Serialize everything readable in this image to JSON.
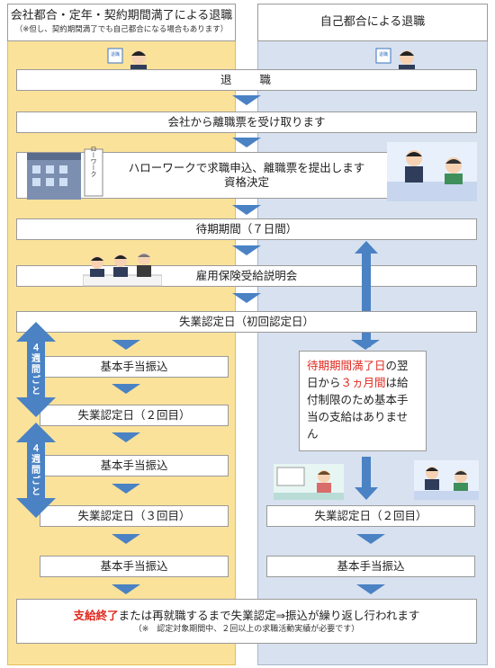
{
  "left_header": {
    "title": "会社都合・定年・契約期間満了による退職",
    "note": "（※但し、契約期間満了でも自己都合になる場合もあります）"
  },
  "right_header": {
    "title": "自己都合による退職"
  },
  "sign_text": "退職",
  "steps": {
    "retire": "退　　職",
    "receive_slip": "会社から離職票を受け取ります",
    "hello_work_line1": "ハローワークで求職申込、離職票を提出します",
    "hello_work_line2": "資格決定",
    "waiting": "待期期間（７日間）",
    "briefing": "雇用保険受給説明会",
    "first_cert": "失業認定日（初回認定日）",
    "left_payment_1": "基本手当振込",
    "left_cert_2": "失業認定日（２回目）",
    "left_payment_2": "基本手当振込",
    "left_cert_3": "失業認定日（３回目）",
    "left_payment_3": "基本手当振込",
    "right_cert_2": "失業認定日（２回目）",
    "right_payment": "基本手当振込"
  },
  "hello_work_sign": "ハローワーク",
  "four_weeks_label": "４週間ごと",
  "restriction_note": {
    "red1": "待期期間満了日",
    "black1": "の翌日から",
    "red2": "３ヵ月間",
    "black2": "は給付制限のため基本手当の支給はありません"
  },
  "final": {
    "red": "支給終了",
    "black": "または再就職するまで失業認定⇒振込が繰り返し行われます",
    "note": "（※　認定対象期間中、２回以上の求職活動実績が必要です）"
  },
  "colors": {
    "left_column": "#fbe29a",
    "right_column": "#d8e1ef",
    "arrow": "#4a82c4",
    "highlight_red": "#e0281e"
  }
}
